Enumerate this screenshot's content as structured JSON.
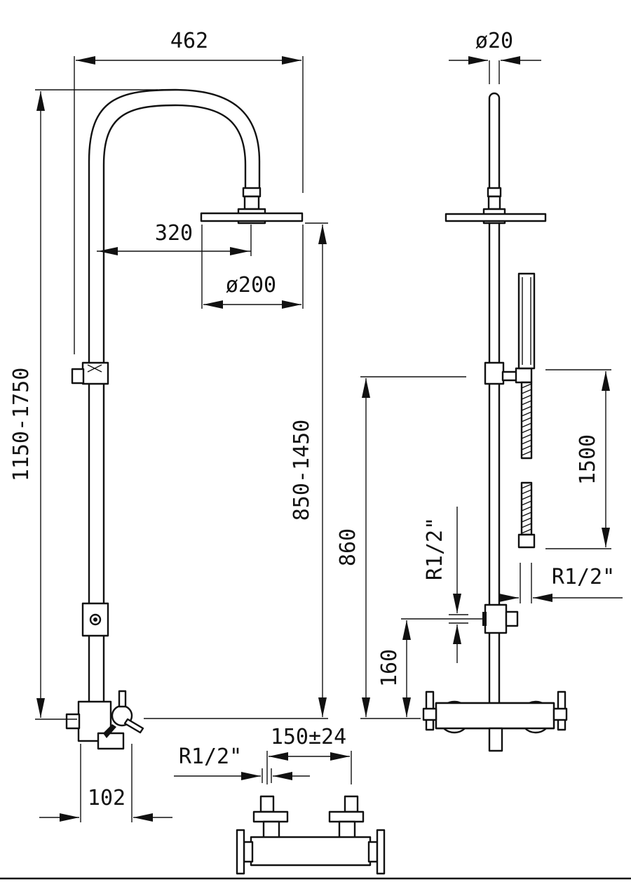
{
  "dimensions": {
    "overall_width": "462",
    "arm_reach": "320",
    "head_diameter": "ø200",
    "total_height": "1150-1750",
    "head_height": "850-1450",
    "wall_offset": "102",
    "pipe_diameter": "ø20",
    "bracket_height": "860",
    "hose_length": "1500",
    "hand_shower_thread": "R1/2\"",
    "outlet_thread": "R1/2\"",
    "outlet_height": "160",
    "inlet_thread": "R1/2\"",
    "inlet_spacing": "150±24"
  },
  "colors": {
    "line": "#111111",
    "background": "#ffffff"
  }
}
